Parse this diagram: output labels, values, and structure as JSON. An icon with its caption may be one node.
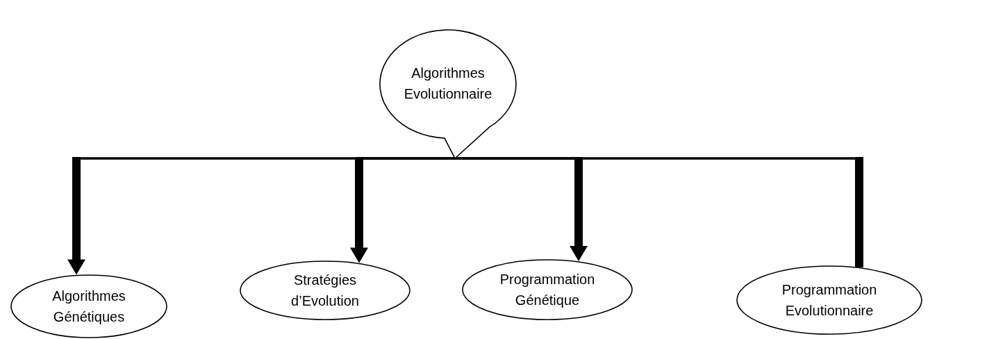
{
  "diagram": {
    "nodes": [
      {
        "text": [
          "Algorithmes Evolutionnaire"
        ]
      },
      {
        "text": [
          "Algorithmes Génétiques"
        ]
      },
      {
        "text": [
          "Stratégies d’Evolution"
        ]
      },
      {
        "text": [
          "Programmation Génétique"
        ]
      },
      {
        "text": [
          "Programmation Evolutionnaire"
        ]
      }
    ],
    "edges": [
      {
        "from": 0,
        "to": 1,
        "arrow": "to",
        "style": "thick"
      },
      {
        "from": 0,
        "to": 2,
        "arrow": "to",
        "style": "thick"
      },
      {
        "from": 0,
        "to": 3,
        "arrow": "to",
        "style": "thick"
      },
      {
        "from": 0,
        "to": 4,
        "arrow": "none",
        "style": "thick"
      }
    ]
  }
}
